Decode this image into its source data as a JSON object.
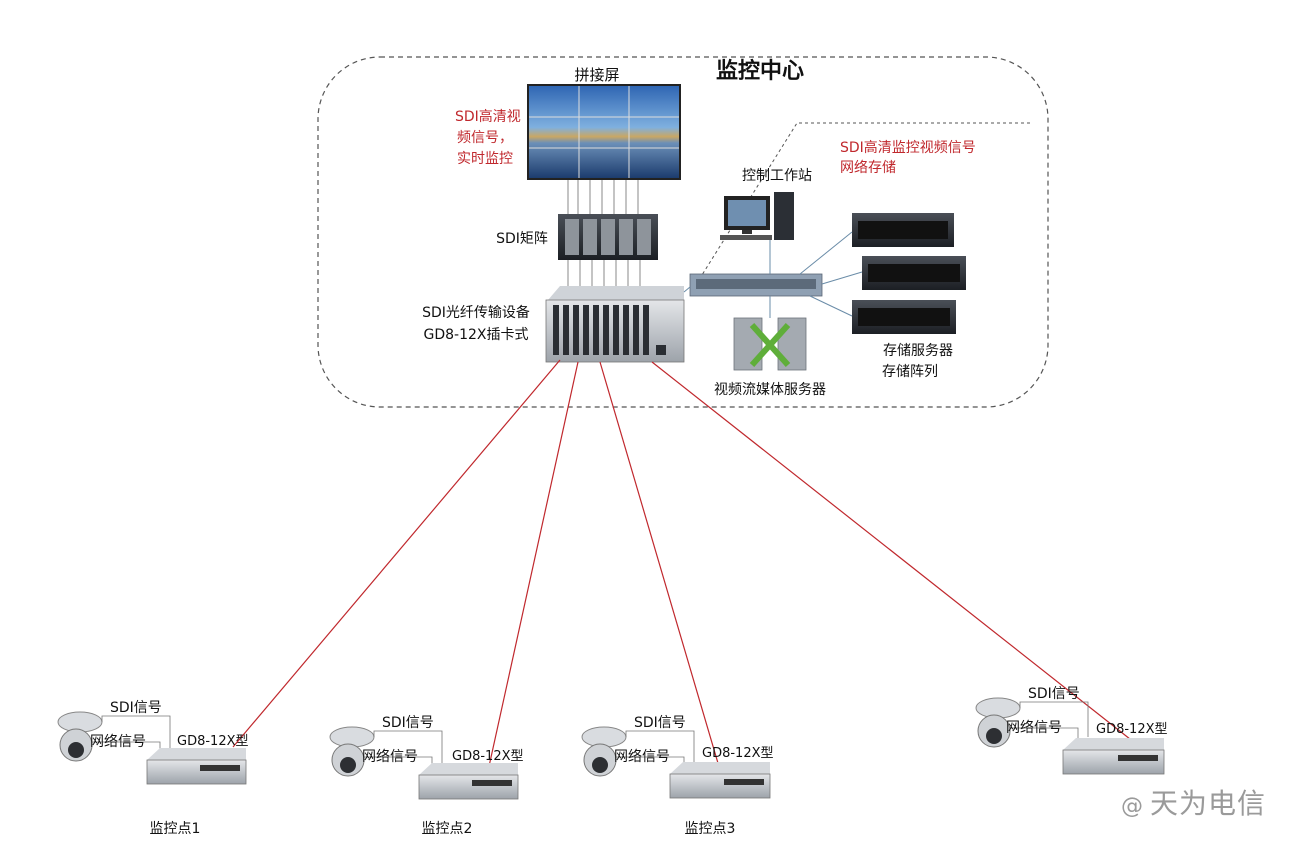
{
  "center": {
    "title": "监控中心",
    "video_wall": "拼接屏",
    "sdi_signal_monitor": [
      "SDI高清视",
      "频信号，",
      "实时监控"
    ],
    "sdi_storage_note": [
      "SDI高清监控视频信号",
      "网络存储"
    ],
    "workstation": "控制工作站",
    "matrix": "SDI矩阵",
    "fiber_equipment": [
      "SDI光纤传输设备",
      "GD8-12X插卡式"
    ],
    "storage": [
      "存储服务器",
      "存储阵列"
    ],
    "media_server": "视频流媒体服务器"
  },
  "sites": [
    {
      "sdi": "SDI信号",
      "net": "网络信号",
      "device": "GD8-12X型",
      "name": "监控点1"
    },
    {
      "sdi": "SDI信号",
      "net": "网络信号",
      "device": "GD8-12X型",
      "name": "监控点2"
    },
    {
      "sdi": "SDI信号",
      "net": "网络信号",
      "device": "GD8-12X型",
      "name": "监控点3"
    },
    {
      "sdi": "SDI信号",
      "net": "网络信号",
      "device": "GD8-12X型",
      "name": ""
    }
  ],
  "watermark": "天为电信",
  "colors": {
    "fiber": "#c0282d",
    "cable": "#6a8ca8",
    "note": "#c0282d"
  }
}
